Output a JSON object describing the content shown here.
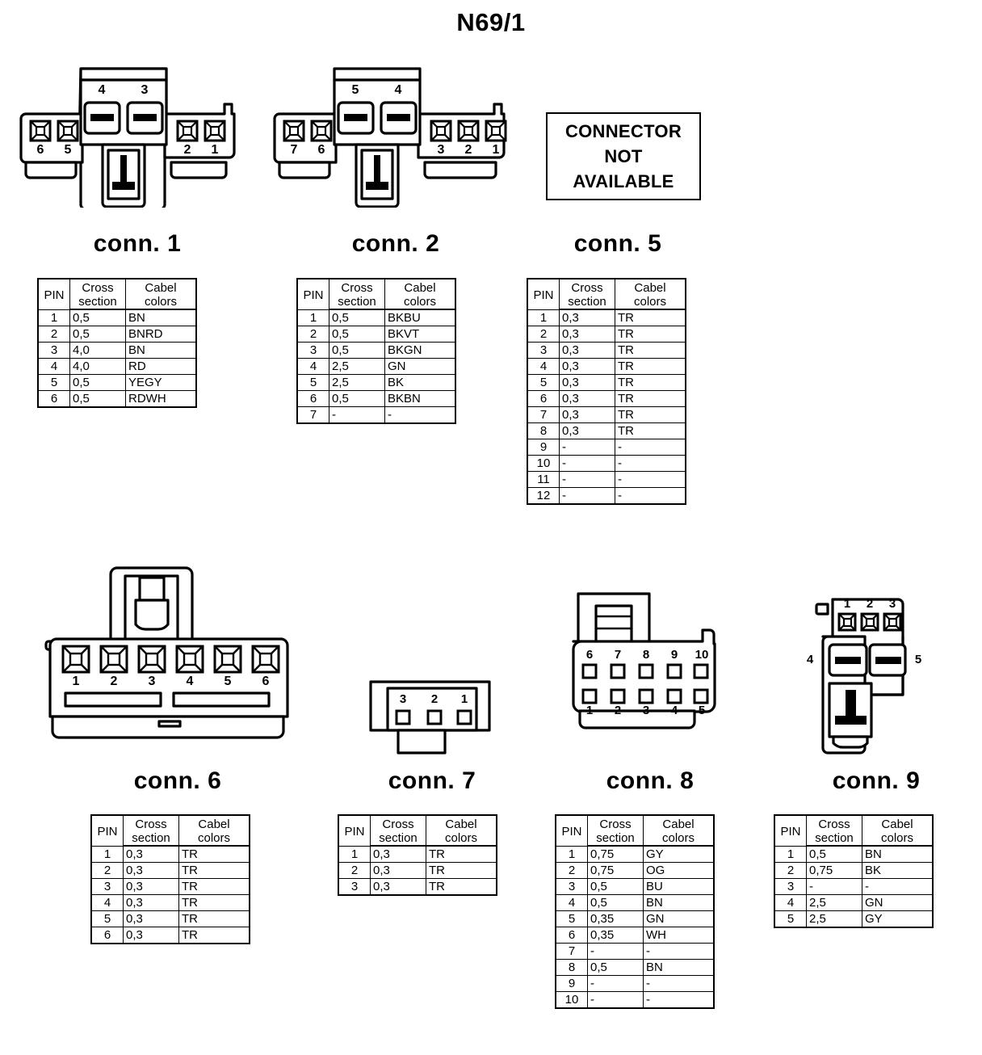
{
  "title": "N69/1",
  "table_headers": {
    "pin": "PIN",
    "cross": "Cross",
    "section": "section",
    "cabel": "Cabel",
    "colors": "colors"
  },
  "not_available_box": {
    "line1": "CONNECTOR",
    "line2": "NOT",
    "line3": "AVAILABLE"
  },
  "connectors": [
    {
      "id": "conn1",
      "caption": "conn. 1",
      "diagram_pins_top": [
        "4",
        "3"
      ],
      "diagram_pins_left": [
        "6",
        "5"
      ],
      "diagram_pins_right": [
        "2",
        "1"
      ],
      "rows": [
        {
          "pin": "1",
          "cross_section": "0,5",
          "cabel_colors": "BN"
        },
        {
          "pin": "2",
          "cross_section": "0,5",
          "cabel_colors": "BNRD"
        },
        {
          "pin": "3",
          "cross_section": "4,0",
          "cabel_colors": "BN"
        },
        {
          "pin": "4",
          "cross_section": "4,0",
          "cabel_colors": "RD"
        },
        {
          "pin": "5",
          "cross_section": "0,5",
          "cabel_colors": "YEGY"
        },
        {
          "pin": "6",
          "cross_section": "0,5",
          "cabel_colors": "RDWH"
        }
      ]
    },
    {
      "id": "conn2",
      "caption": "conn. 2",
      "diagram_pins_top": [
        "5",
        "4"
      ],
      "diagram_pins_left": [
        "7",
        "6"
      ],
      "diagram_pins_right": [
        "3",
        "2",
        "1"
      ],
      "rows": [
        {
          "pin": "1",
          "cross_section": "0,5",
          "cabel_colors": "BKBU"
        },
        {
          "pin": "2",
          "cross_section": "0,5",
          "cabel_colors": "BKVT"
        },
        {
          "pin": "3",
          "cross_section": "0,5",
          "cabel_colors": "BKGN"
        },
        {
          "pin": "4",
          "cross_section": "2,5",
          "cabel_colors": "GN"
        },
        {
          "pin": "5",
          "cross_section": "2,5",
          "cabel_colors": "BK"
        },
        {
          "pin": "6",
          "cross_section": "0,5",
          "cabel_colors": "BKBN"
        },
        {
          "pin": "7",
          "cross_section": "-",
          "cabel_colors": "-"
        }
      ]
    },
    {
      "id": "conn5",
      "caption": "conn. 5",
      "rows": [
        {
          "pin": "1",
          "cross_section": "0,3",
          "cabel_colors": "TR"
        },
        {
          "pin": "2",
          "cross_section": "0,3",
          "cabel_colors": "TR"
        },
        {
          "pin": "3",
          "cross_section": "0,3",
          "cabel_colors": "TR"
        },
        {
          "pin": "4",
          "cross_section": "0,3",
          "cabel_colors": "TR"
        },
        {
          "pin": "5",
          "cross_section": "0,3",
          "cabel_colors": "TR"
        },
        {
          "pin": "6",
          "cross_section": "0,3",
          "cabel_colors": "TR"
        },
        {
          "pin": "7",
          "cross_section": "0,3",
          "cabel_colors": "TR"
        },
        {
          "pin": "8",
          "cross_section": "0,3",
          "cabel_colors": "TR"
        },
        {
          "pin": "9",
          "cross_section": "-",
          "cabel_colors": "-"
        },
        {
          "pin": "10",
          "cross_section": "-",
          "cabel_colors": "-"
        },
        {
          "pin": "11",
          "cross_section": "-",
          "cabel_colors": "-"
        },
        {
          "pin": "12",
          "cross_section": "-",
          "cabel_colors": "-"
        }
      ]
    },
    {
      "id": "conn6",
      "caption": "conn. 6",
      "diagram_pins": [
        "1",
        "2",
        "3",
        "4",
        "5",
        "6"
      ],
      "rows": [
        {
          "pin": "1",
          "cross_section": "0,3",
          "cabel_colors": "TR"
        },
        {
          "pin": "2",
          "cross_section": "0,3",
          "cabel_colors": "TR"
        },
        {
          "pin": "3",
          "cross_section": "0,3",
          "cabel_colors": "TR"
        },
        {
          "pin": "4",
          "cross_section": "0,3",
          "cabel_colors": "TR"
        },
        {
          "pin": "5",
          "cross_section": "0,3",
          "cabel_colors": "TR"
        },
        {
          "pin": "6",
          "cross_section": "0,3",
          "cabel_colors": "TR"
        }
      ]
    },
    {
      "id": "conn7",
      "caption": "conn. 7",
      "diagram_pins": [
        "3",
        "2",
        "1"
      ],
      "rows": [
        {
          "pin": "1",
          "cross_section": "0,3",
          "cabel_colors": "TR"
        },
        {
          "pin": "2",
          "cross_section": "0,3",
          "cabel_colors": "TR"
        },
        {
          "pin": "3",
          "cross_section": "0,3",
          "cabel_colors": "TR"
        }
      ]
    },
    {
      "id": "conn8",
      "caption": "conn. 8",
      "diagram_pins_top": [
        "6",
        "7",
        "8",
        "9",
        "10"
      ],
      "diagram_pins_bottom": [
        "1",
        "2",
        "3",
        "4",
        "5"
      ],
      "rows": [
        {
          "pin": "1",
          "cross_section": "0,75",
          "cabel_colors": "GY"
        },
        {
          "pin": "2",
          "cross_section": "0,75",
          "cabel_colors": "OG"
        },
        {
          "pin": "3",
          "cross_section": "0,5",
          "cabel_colors": "BU"
        },
        {
          "pin": "4",
          "cross_section": "0,5",
          "cabel_colors": "BN"
        },
        {
          "pin": "5",
          "cross_section": "0,35",
          "cabel_colors": "GN"
        },
        {
          "pin": "6",
          "cross_section": "0,35",
          "cabel_colors": "WH"
        },
        {
          "pin": "7",
          "cross_section": "-",
          "cabel_colors": "-"
        },
        {
          "pin": "8",
          "cross_section": "0,5",
          "cabel_colors": "BN"
        },
        {
          "pin": "9",
          "cross_section": "-",
          "cabel_colors": "-"
        },
        {
          "pin": "10",
          "cross_section": "-",
          "cabel_colors": "-"
        }
      ]
    },
    {
      "id": "conn9",
      "caption": "conn. 9",
      "diagram_pins_top": [
        "1",
        "2",
        "3"
      ],
      "diagram_pin_left": "4",
      "diagram_pin_right": "5",
      "rows": [
        {
          "pin": "1",
          "cross_section": "0,5",
          "cabel_colors": "BN"
        },
        {
          "pin": "2",
          "cross_section": "0,75",
          "cabel_colors": "BK"
        },
        {
          "pin": "3",
          "cross_section": "-",
          "cabel_colors": "-"
        },
        {
          "pin": "4",
          "cross_section": "2,5",
          "cabel_colors": "GN"
        },
        {
          "pin": "5",
          "cross_section": "2,5",
          "cabel_colors": "GY"
        }
      ]
    }
  ]
}
